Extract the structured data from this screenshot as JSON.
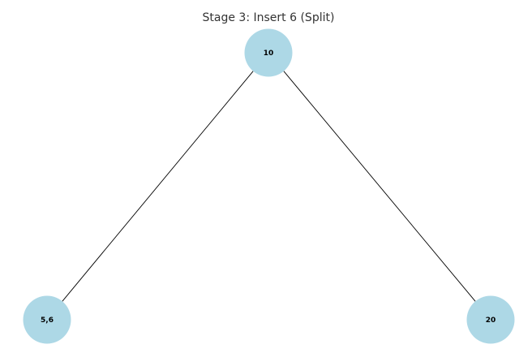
{
  "title": "Stage 3: Insert 6 (Split)",
  "colors": {
    "node_fill": "#add8e6",
    "edge": "#000000",
    "label": "#000000"
  },
  "nodes": [
    {
      "id": "root",
      "label": "10"
    },
    {
      "id": "left",
      "label": "5,6"
    },
    {
      "id": "right",
      "label": "20"
    }
  ],
  "edges": [
    {
      "from": "root",
      "to": "left"
    },
    {
      "from": "root",
      "to": "right"
    }
  ]
}
